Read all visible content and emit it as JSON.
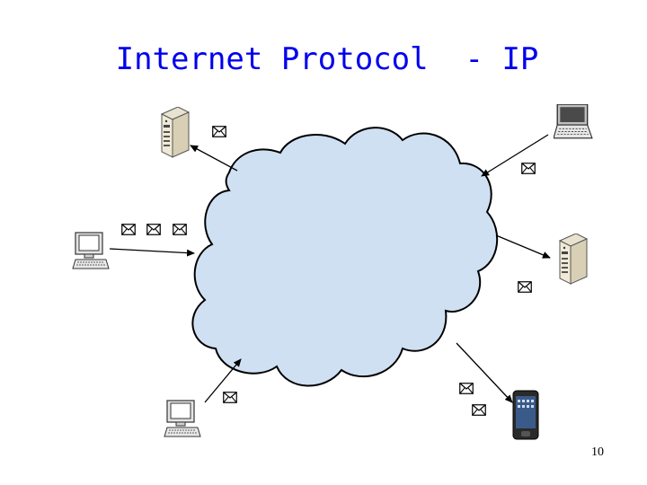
{
  "slide": {
    "title": "Internet Protocol  - IP",
    "page_number": "10"
  },
  "diagram": {
    "cloud_color": "#cfe0f3",
    "nodes": [
      {
        "id": "server-top-left",
        "icon": "server-icon"
      },
      {
        "id": "laptop-top-right",
        "icon": "laptop-icon"
      },
      {
        "id": "pc-left",
        "icon": "desktop-computer-icon"
      },
      {
        "id": "server-right",
        "icon": "server-icon"
      },
      {
        "id": "pc-bottom",
        "icon": "desktop-computer-icon"
      },
      {
        "id": "phone-bottom-right",
        "icon": "smartphone-icon"
      }
    ],
    "packet_icon": "envelope-icon"
  }
}
